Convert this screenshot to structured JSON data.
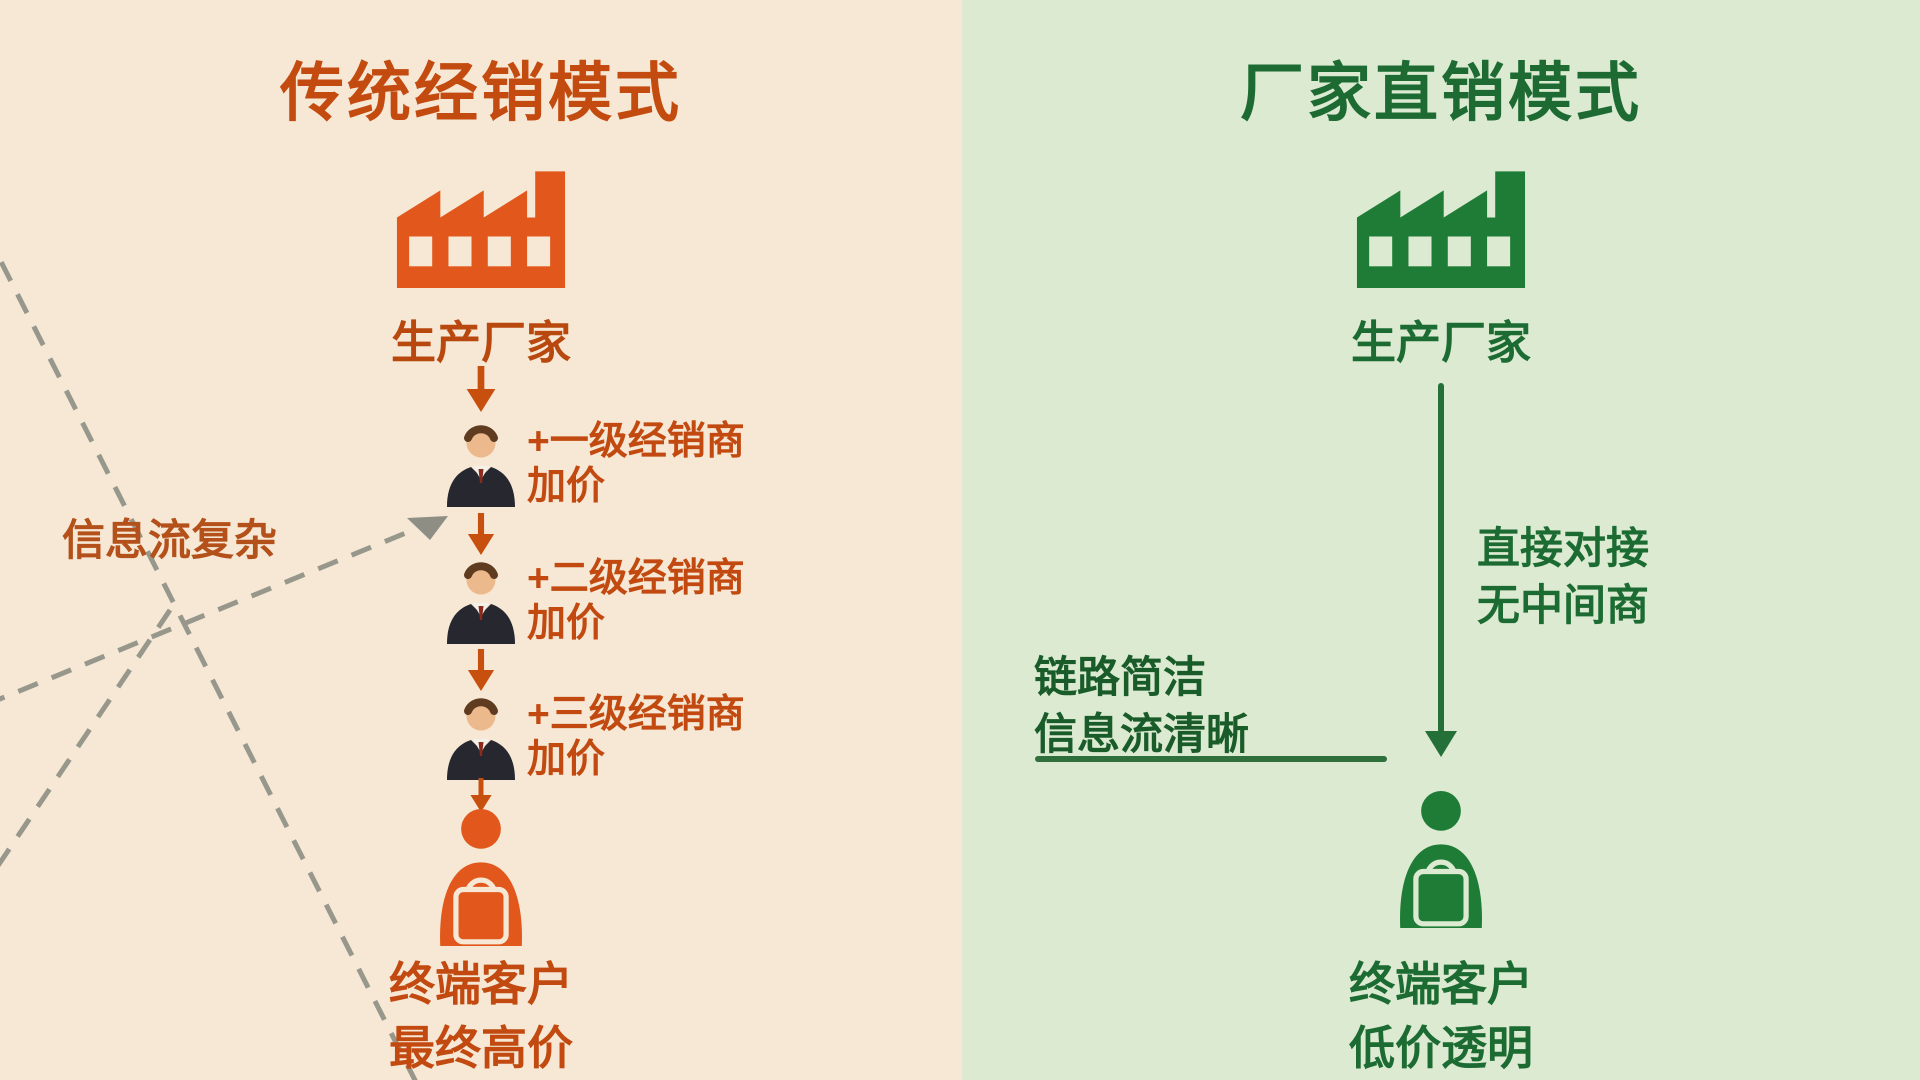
{
  "left_panel": {
    "title": "传统经销模式",
    "factory_label": "生产厂家",
    "side_note": "信息流复杂",
    "distributors": [
      {
        "name": "+一级经销商",
        "note": "加价"
      },
      {
        "name": "+二级经销商",
        "note": "加价"
      },
      {
        "name": "+三级经销商",
        "note": "加价"
      }
    ],
    "customer_label": "终端客户",
    "customer_note": "最终高价",
    "colors": {
      "background": "#f6e8d5",
      "accent": "#e2571b",
      "title": "#c44b10",
      "text": "#c24a10",
      "dashed_line": "#98978c"
    }
  },
  "right_panel": {
    "title": "厂家直销模式",
    "factory_label": "生产厂家",
    "arrow_note_line1": "直接对接",
    "arrow_note_line2": "无中间商",
    "side_note_line1": "链路简洁",
    "side_note_line2": "信息流清晰",
    "customer_label": "终端客户",
    "customer_note": "低价透明",
    "colors": {
      "background": "#dbead1",
      "accent": "#1f7c36",
      "title": "#1d6b33",
      "text": "#1c6b32"
    }
  },
  "icons": {
    "factory": "factory-icon",
    "distributor": "distributor-person-icon",
    "customer": "customer-shopping-bag-icon",
    "flow_arrow": "down-arrow-icon",
    "direct_arrow": "long-down-arrow-icon",
    "complex_flow": "dashed-arrow-lines-icon"
  }
}
